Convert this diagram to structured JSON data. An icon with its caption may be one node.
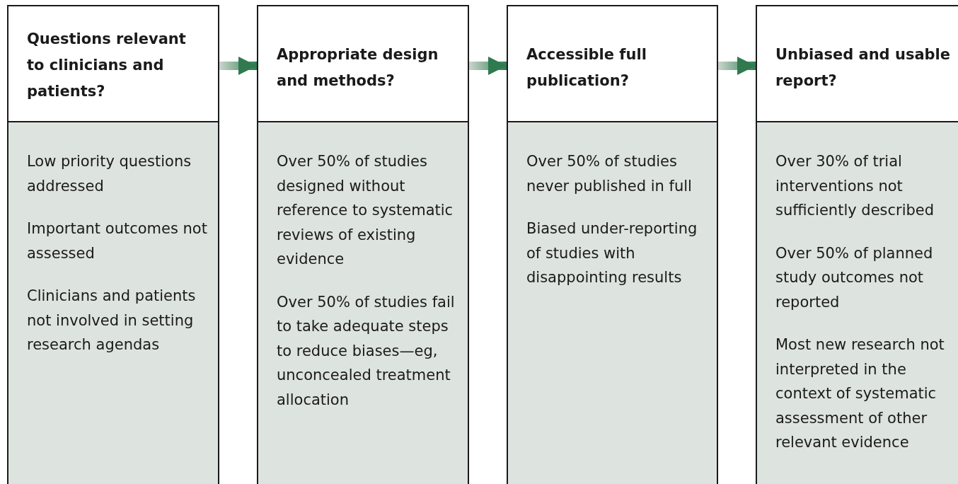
{
  "diagram": {
    "nodes": [
      {
        "text": [
          "Questions relevant to clinicians and patients?",
          "Low priority questions addressed",
          "Important outcomes not assessed",
          "Clinicians and patients not involved in setting research agendas"
        ]
      },
      {
        "text": [
          "Appropriate design and methods?",
          "Over 50% of studies designed without reference to systematic reviews of existing evidence",
          "Over 50% of studies fail to take adequate steps to reduce biases—eg, unconcealed treatment allocation"
        ]
      },
      {
        "text": [
          "Accessible full publication?",
          "Over 50% of studies never published in full",
          "Biased under-reporting of studies with disappointing results"
        ]
      },
      {
        "text": [
          "Unbiased and usable report?",
          "Over 30% of trial interventions not sufficiently described",
          "Over 50% of planned study outcomes not reported",
          "Most new research not interpreted in the context of systematic assessment of other relevant evidence"
        ]
      }
    ],
    "edges": [
      {
        "from": 0,
        "to": 1,
        "arrow": "to"
      },
      {
        "from": 1,
        "to": 2,
        "arrow": "to"
      },
      {
        "from": 2,
        "to": 3,
        "arrow": "to"
      }
    ]
  }
}
